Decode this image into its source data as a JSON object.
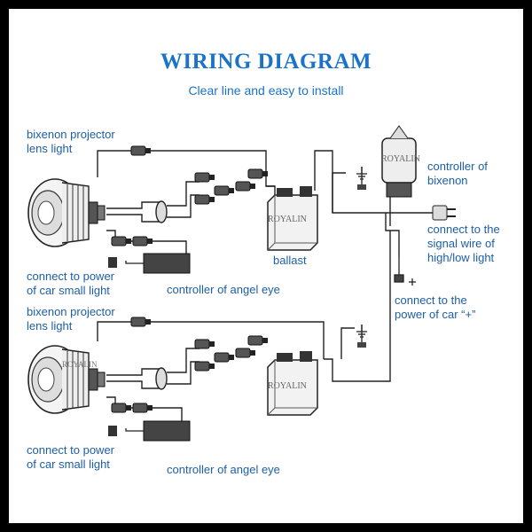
{
  "title": "WIRING DIAGRAM",
  "subtitle": "Clear line and easy to install",
  "brand_mark": "ROYALIN",
  "colors": {
    "title": "#1a73c8",
    "labels": "#1d5fa6",
    "frame": "#000000",
    "wires": "#222222"
  },
  "labels": {
    "projector_top_line1": "bixenon projector",
    "projector_top_line2": "lens light",
    "projector_bottom_line1": "bixenon projector",
    "projector_bottom_line2": "lens light",
    "small_light_top_line1": "connect to power",
    "small_light_top_line2": "of car small light",
    "small_light_bottom_line1": "connect to power",
    "small_light_bottom_line2": "of car small light",
    "angel_eye_top": "controller of angel eye",
    "angel_eye_bottom": "controller of angel eye",
    "ballast": "ballast",
    "controller_line1": "controller of",
    "controller_line2": "bixenon",
    "signal_line1": "connect  to the",
    "signal_line2": "signal wire of",
    "signal_line3": "high/low light",
    "power_line1": "connect to the",
    "power_line2": "power of car “+”"
  },
  "icons": [
    "headlight-projector-icon",
    "ballast-box-icon",
    "controller-relay-icon",
    "plug-icon",
    "connector-icon",
    "ground-symbol-icon"
  ]
}
